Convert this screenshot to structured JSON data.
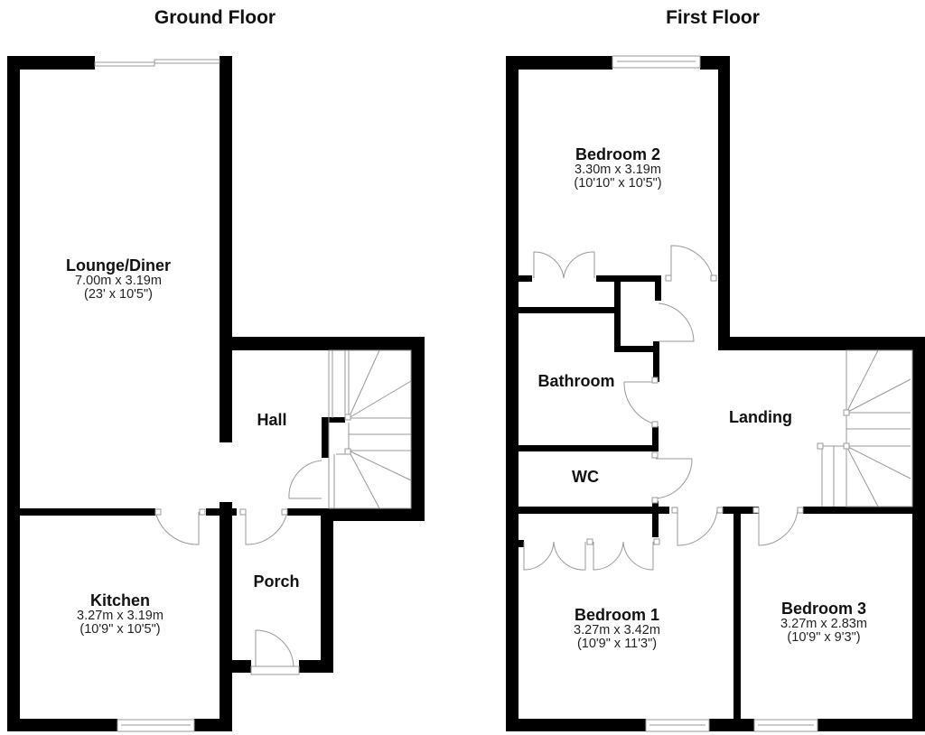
{
  "floors": [
    {
      "title": "Ground Floor",
      "rooms": [
        {
          "name": "Lounge/Diner",
          "metric": "7.00m x 3.19m",
          "imperial": "(23' x 10'5\")"
        },
        {
          "name": "Hall",
          "metric": "",
          "imperial": ""
        },
        {
          "name": "Kitchen",
          "metric": "3.27m x 3.19m",
          "imperial": "(10'9\" x 10'5\")"
        },
        {
          "name": "Porch",
          "metric": "",
          "imperial": ""
        }
      ]
    },
    {
      "title": "First Floor",
      "rooms": [
        {
          "name": "Bedroom 2",
          "metric": "3.30m x 3.19m",
          "imperial": "(10'10\" x 10'5\")"
        },
        {
          "name": "Bathroom",
          "metric": "",
          "imperial": ""
        },
        {
          "name": "Landing",
          "metric": "",
          "imperial": ""
        },
        {
          "name": "WC",
          "metric": "",
          "imperial": ""
        },
        {
          "name": "Bedroom 1",
          "metric": "3.27m x 3.42m",
          "imperial": "(10'9\" x 11'3\")"
        },
        {
          "name": "Bedroom 3",
          "metric": "3.27m x 2.83m",
          "imperial": "(10'9\" x 9'3\")"
        }
      ]
    }
  ],
  "colors": {
    "wall": "#000000",
    "fixture_line": "#999999",
    "background": "#ffffff"
  }
}
